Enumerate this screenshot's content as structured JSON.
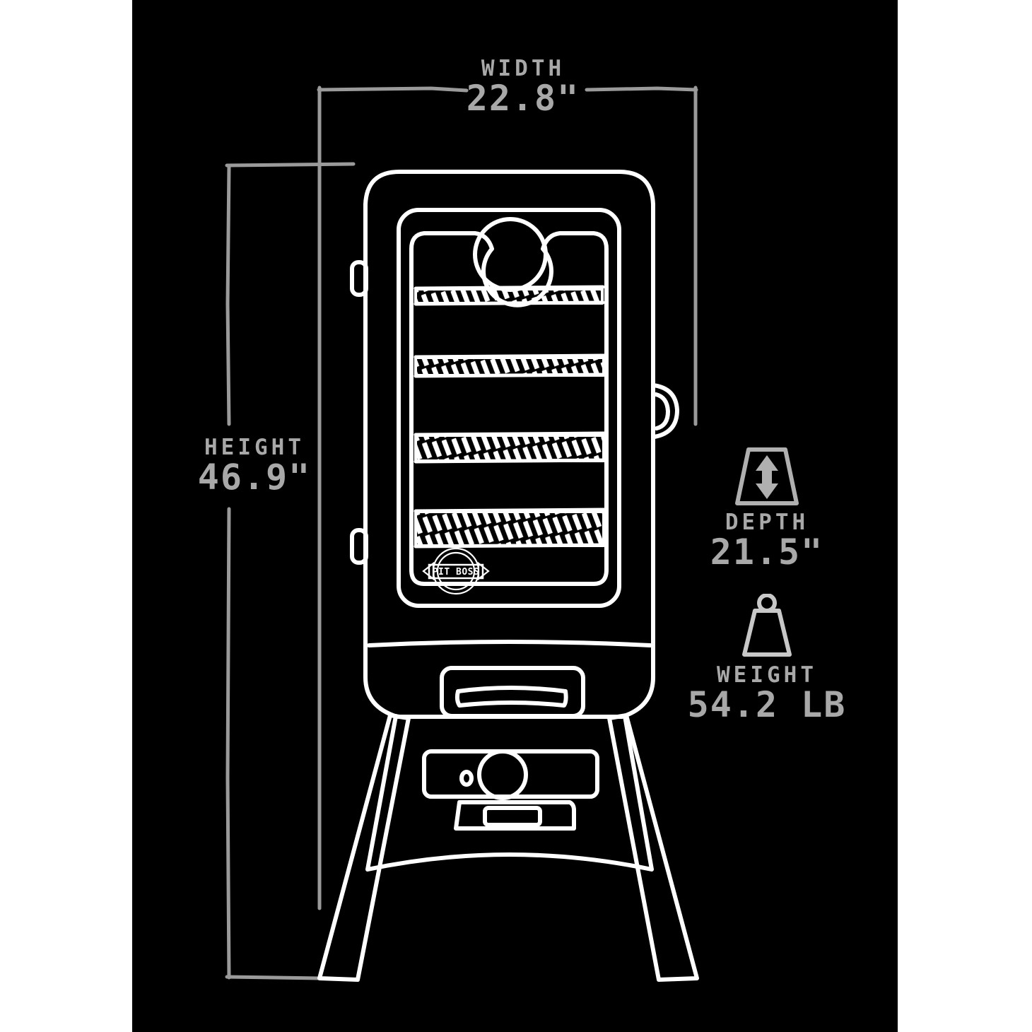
{
  "figure": {
    "type": "product-dimension-diagram",
    "subject": "Pit Boss vertical smoker",
    "background_color": "#000000",
    "page_background_color": "#ffffff",
    "line_color": "#ffffff",
    "text_color": "#a8a8a8"
  },
  "dimensions": {
    "width": {
      "label": "WIDTH",
      "value": "22.8\""
    },
    "height": {
      "label": "HEIGHT",
      "value": "46.9\""
    },
    "depth": {
      "label": "DEPTH",
      "value": "21.5\"",
      "icon": "depth-arrow-icon"
    },
    "weight": {
      "label": "WEIGHT",
      "value": "54.2 LB",
      "icon": "weight-block-icon"
    }
  },
  "product": {
    "brand_logo_text": "PIT BOSS",
    "racks_count": 4,
    "parts": [
      "cabinet-body",
      "glass-door",
      "door-window",
      "thermometer-dial",
      "cooking-rack",
      "door-handle",
      "door-hinge",
      "control-panel",
      "control-knob",
      "indicator-light",
      "wood-chip-drawer",
      "drawer-handle",
      "leg"
    ]
  }
}
